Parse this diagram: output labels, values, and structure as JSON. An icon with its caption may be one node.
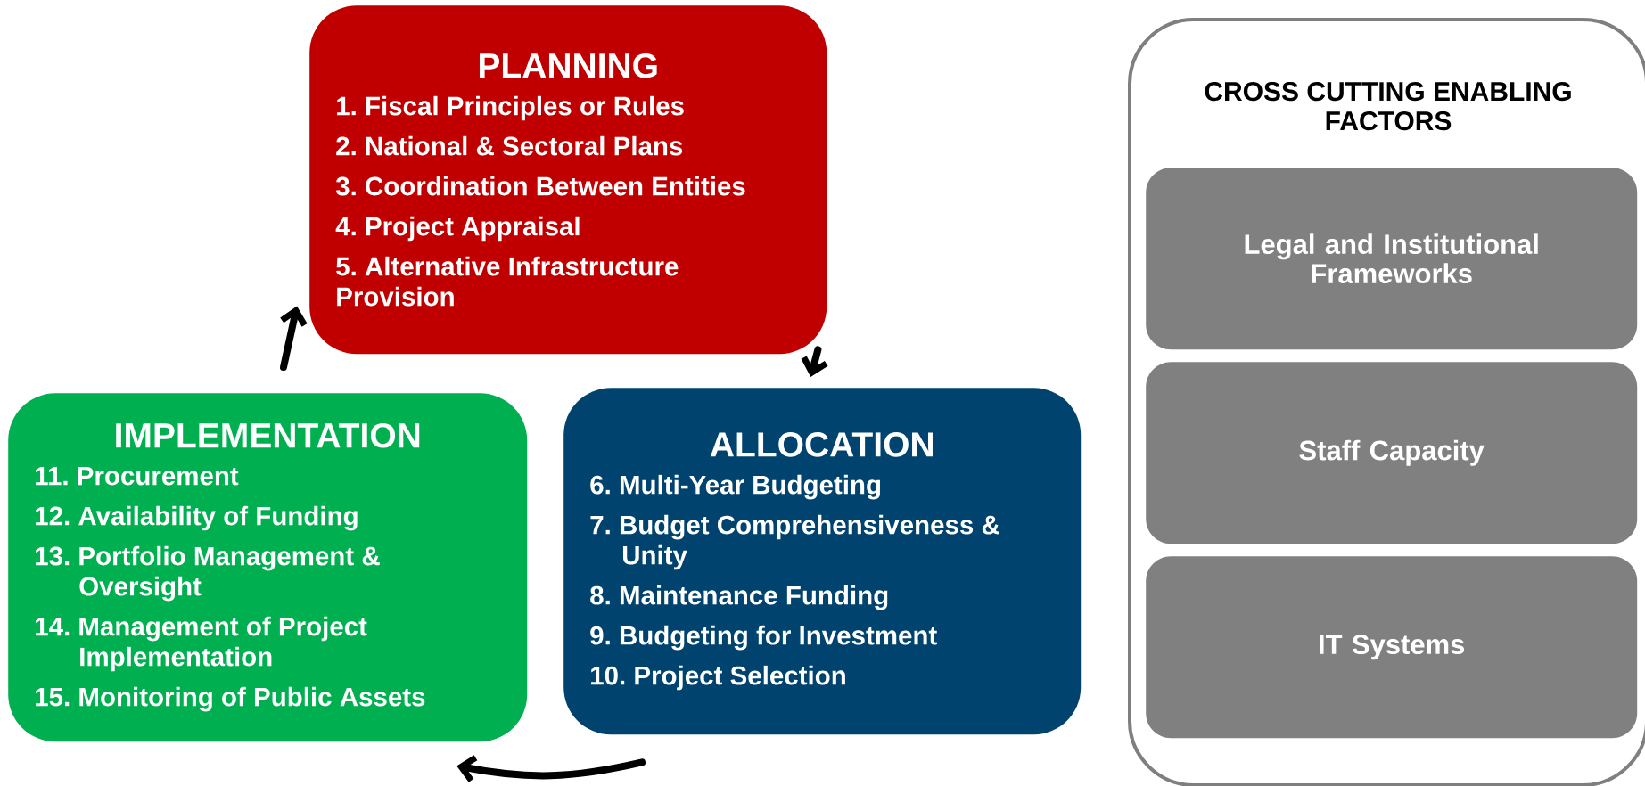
{
  "diagram": {
    "nodes": [
      {
        "text": [
          "PLANNING",
          "1. Fiscal Principles or Rules",
          "2. National & Sectoral Plans",
          "3. Coordination Between Entities",
          "4. Project Appraisal",
          "5. Alternative Infrastructure Provision"
        ]
      },
      {
        "text": [
          "IMPLEMENTATION",
          "11. Procurement",
          "12. Availability of Funding",
          "13. Portfolio Management & Oversight",
          "14. Management of Project Implementation",
          "15. Monitoring of Public Assets"
        ]
      },
      {
        "text": [
          "ALLOCATION",
          "6. Multi-Year Budgeting",
          "7. Budget Comprehensiveness & Unity",
          "8. Maintenance Funding",
          "9. Budgeting for Investment",
          "10. Project Selection"
        ]
      },
      {
        "text": [
          "CROSS CUTTING ENABLING FACTORS"
        ]
      },
      {
        "text": [
          "Legal and Institutional Frameworks"
        ],
        "in": 3
      },
      {
        "text": [
          "Staff Capacity"
        ],
        "in": 3
      },
      {
        "text": [
          "IT Systems"
        ],
        "in": 3
      }
    ],
    "edges": [
      {
        "from": 1,
        "to": 0,
        "arrow": "to"
      },
      {
        "from": 0,
        "to": 2,
        "arrow": "to"
      },
      {
        "from": 2,
        "to": 1,
        "arrow": "to"
      }
    ]
  }
}
